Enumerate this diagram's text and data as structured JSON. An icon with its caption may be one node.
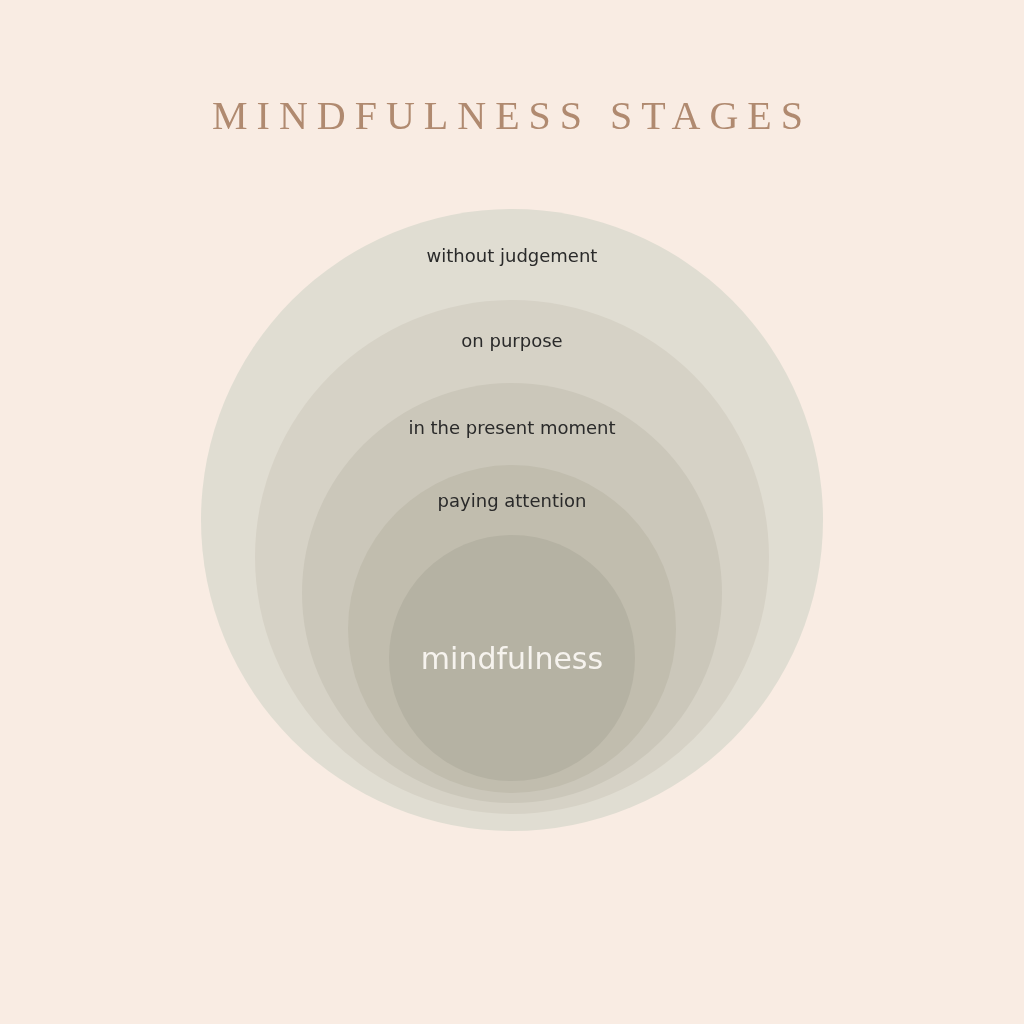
{
  "diagram": {
    "title": "MINDFULNESS STAGES",
    "nodes": [
      {
        "text": [
          "without judgement"
        ]
      },
      {
        "text": [
          "on purpose"
        ],
        "in": 0
      },
      {
        "text": [
          "in the present moment"
        ],
        "in": 1
      },
      {
        "text": [
          "paying attention"
        ],
        "in": 2
      },
      {
        "text": [
          "mindfulness"
        ],
        "in": 3
      }
    ]
  }
}
